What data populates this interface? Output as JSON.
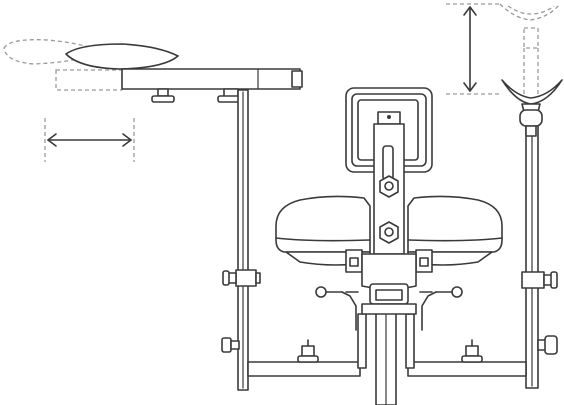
{
  "colors": {
    "line": "#3a3a3a",
    "dash": "#9a9a9a",
    "background": "#ffffff"
  },
  "diagram": {
    "subject": "adjustable-kneeling-chair-line-drawing",
    "arrows": [
      "horizontal-adjustment",
      "vertical-adjustment"
    ]
  }
}
